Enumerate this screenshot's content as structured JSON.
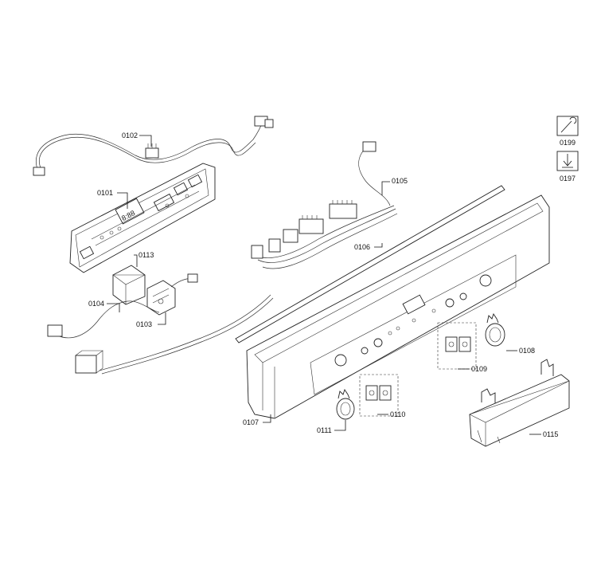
{
  "parts": {
    "p0101": "0101",
    "p0102": "0102",
    "p0103": "0103",
    "p0104": "0104",
    "p0105": "0105",
    "p0106": "0106",
    "p0107": "0107",
    "p0108": "0108",
    "p0109": "0109",
    "p0110": "0110",
    "p0111": "0111",
    "p0113": "0113",
    "p0115": "0115",
    "p0197": "0197",
    "p0199": "0199"
  },
  "display_digits": "8:88",
  "icons": [
    "wrench-manual-icon",
    "download-arrow-icon"
  ]
}
